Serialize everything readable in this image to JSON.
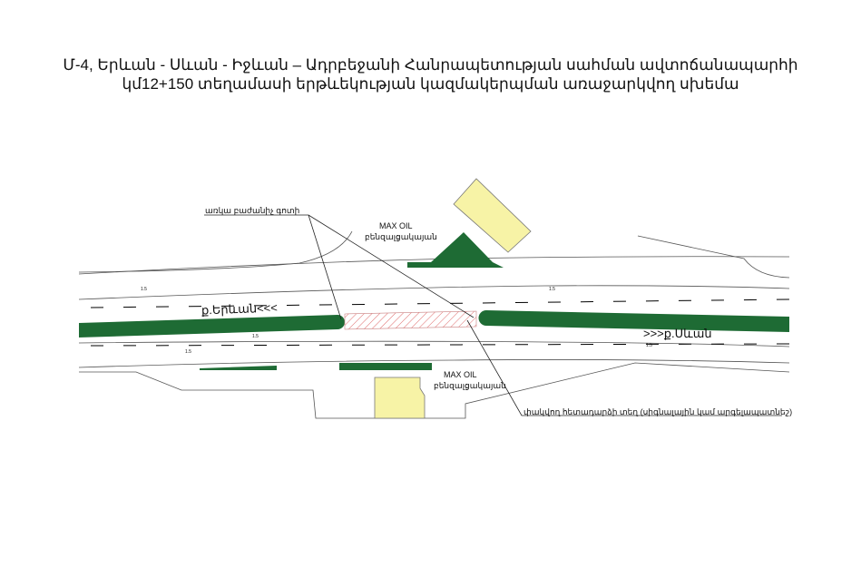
{
  "title": {
    "line1": "Մ-4, Երևան - Սևան - Իջևան – Ադրբեջանի Հանրապետության սահման ավտոճանապարհի",
    "line2": "կմ12+150 տեղամասի երթևեկության կազմակերպման առաջարկվող սխեմա"
  },
  "labels": {
    "median": "առկա բաժանիչ գոտի",
    "station_top_name": "MAX OIL",
    "station_top_type": "բենզալցակայան",
    "station_bottom_name": "MAX OIL",
    "station_bottom_type": "բենզալցակայան",
    "closed_turn": "փակվող հետադարձի տեղ (սիգնալ​ային կամ արգելապատնեշ)",
    "dir_yerevan": "ք.Երևան<<<",
    "dir_sevan": ">>>ք.Սևան",
    "slope": "1.5"
  },
  "colors": {
    "median": "#1e6b34",
    "building": "#f7f3a6",
    "hatch": "#e07070"
  }
}
